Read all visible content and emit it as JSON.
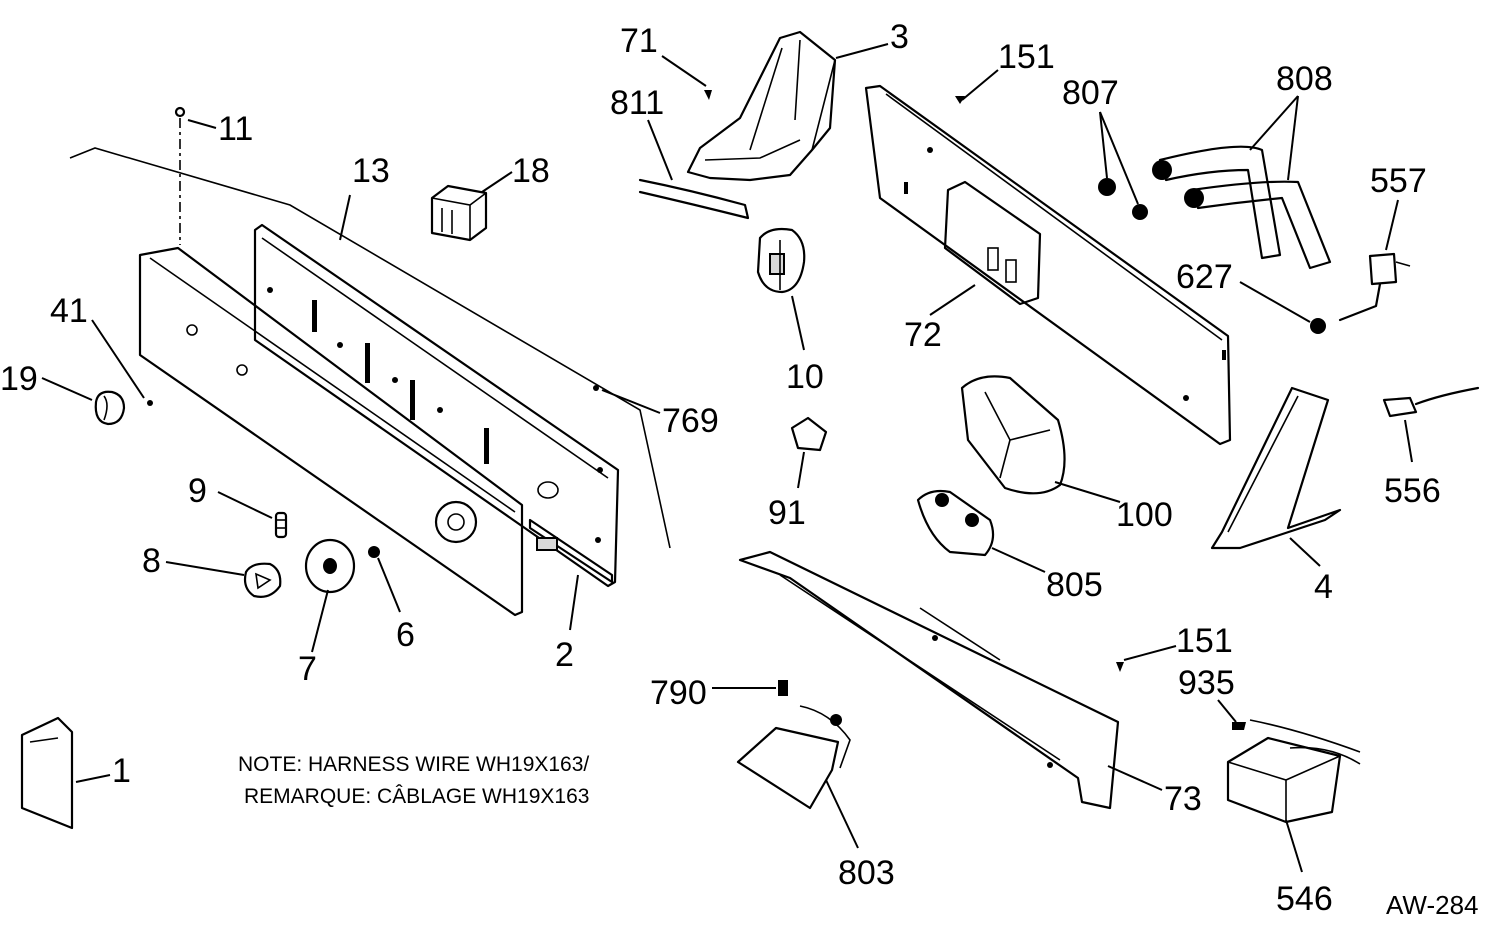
{
  "callouts": {
    "c1": "1",
    "c2": "2",
    "c3": "3",
    "c4": "4",
    "c6": "6",
    "c7": "7",
    "c8": "8",
    "c9": "9",
    "c10": "10",
    "c11": "11",
    "c13": "13",
    "c18": "18",
    "c19": "19",
    "c41": "41",
    "c71": "71",
    "c72": "72",
    "c73": "73",
    "c91": "91",
    "c100": "100",
    "c151a": "151",
    "c151b": "151",
    "c546": "546",
    "c556": "556",
    "c557": "557",
    "c627": "627",
    "c769": "769",
    "c790": "790",
    "c803": "803",
    "c805": "805",
    "c807": "807",
    "c808": "808",
    "c811": "811",
    "c935": "935"
  },
  "note": {
    "line1": "NOTE: HARNESS WIRE WH19X163/",
    "line2": "REMARQUE: CÂBLAGE WH19X163"
  },
  "drawing_code": "AW-284"
}
